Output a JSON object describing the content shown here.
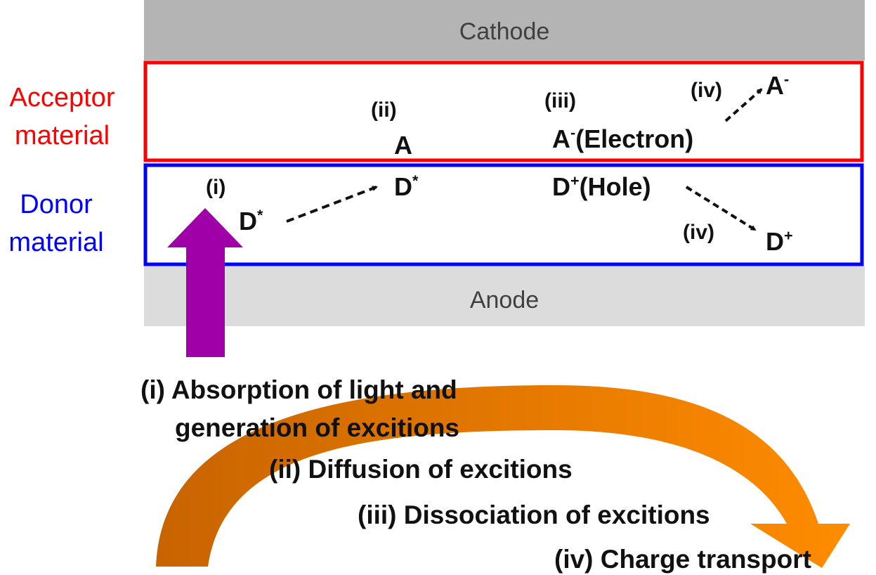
{
  "layers": {
    "cathode": "Cathode",
    "anode": "Anode"
  },
  "materials": {
    "acceptor": [
      "Acceptor",
      "material"
    ],
    "donor": [
      "Donor",
      "material"
    ]
  },
  "steps": {
    "i": "(i)",
    "ii": "(ii)",
    "iii": "(iii)",
    "iv": "(iv)"
  },
  "species": {
    "donor_excited": "D",
    "acceptor": "A",
    "acceptor_anion": "A",
    "donor_cation": "D",
    "star": "*",
    "minus": "-",
    "plus": "+",
    "electron": "(Electron)",
    "hole": "(Hole)"
  },
  "legend": {
    "i_line1": "(i) Absorption of  light and",
    "i_line2": "generation of excitions",
    "ii": "(ii) Diffusion of excitions",
    "iii": "(iii) Dissociation of excitions",
    "iv": "(iv) Charge transport"
  },
  "colors": {
    "cathode": "#b4b4b4",
    "anode": "#dcdcdc",
    "acceptor": "#ff0000",
    "donor": "#0000ff",
    "light_arrow": "#a000a8",
    "process_arrow_start": "#c86400",
    "process_arrow_end": "#ff8c00"
  }
}
